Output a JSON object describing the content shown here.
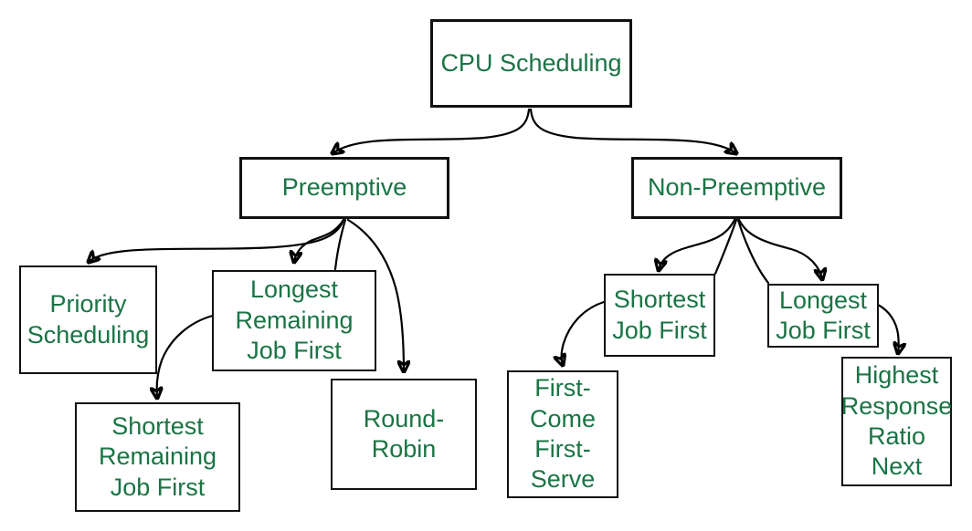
{
  "diagram": {
    "type": "tree",
    "colors": {
      "text": "#1a7444",
      "line": "#000000",
      "node_border": "#111111",
      "background": "#ffffff"
    },
    "nodes": {
      "cpu": {
        "label": "CPU Scheduling"
      },
      "preemptive": {
        "label": "Preemptive"
      },
      "non_preemptive": {
        "label": "Non-Preemptive"
      },
      "priority": {
        "label": "Priority\nScheduling"
      },
      "lrjf": {
        "label": "Longest\nRemaining\nJob First"
      },
      "srjf": {
        "label": "Shortest\nRemaining\nJob First"
      },
      "round_robin": {
        "label": "Round-\nRobin"
      },
      "sjf": {
        "label": "Shortest\nJob First"
      },
      "ljf": {
        "label": "Longest\nJob First"
      },
      "fcfs": {
        "label": "First-\nCome\nFirst-\nServe"
      },
      "hrrn": {
        "label": "Highest\nResponse\nRatio\nNext"
      }
    },
    "edges": [
      {
        "from": "cpu",
        "to": "preemptive"
      },
      {
        "from": "cpu",
        "to": "non_preemptive"
      },
      {
        "from": "preemptive",
        "to": "priority"
      },
      {
        "from": "preemptive",
        "to": "lrjf"
      },
      {
        "from": "preemptive",
        "to": "srjf"
      },
      {
        "from": "preemptive",
        "to": "round_robin"
      },
      {
        "from": "non_preemptive",
        "to": "sjf"
      },
      {
        "from": "non_preemptive",
        "to": "ljf"
      },
      {
        "from": "non_preemptive",
        "to": "fcfs"
      },
      {
        "from": "non_preemptive",
        "to": "hrrn"
      }
    ]
  }
}
